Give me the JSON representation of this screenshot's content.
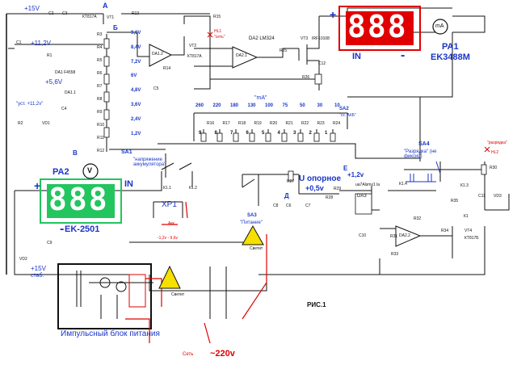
{
  "title": "РИС.1",
  "labels": {
    "v15_top": "+15V",
    "v11_2": "+11,2V",
    "v5_6": "+5,6V",
    "v15_stab": "+15V",
    "stab": "стаб.",
    "ust": "\"уст. +11,2v\"",
    "u_opornoe": "U опорное",
    "v0_5": "+0,5v",
    "v1_2": "+1,2v",
    "ma4": "\"mA\"",
    "sa1_desc": "\"напряжение аккумулятора\"",
    "sa2_desc": "\"сх. АКБ\"",
    "sa3_desc": "\"Питание\"",
    "sa4_title": "SA4",
    "sa4_desc": "\"Разрядка\" (не фиксир)",
    "razryadka": "\"разрядка\"",
    "set": "Сеть",
    "v220": "~220v",
    "ipb": "Импульсный блок питания",
    "svet": "Светит",
    "svet2": "Светит",
    "E": "E",
    "A": "A",
    "B": "Б",
    "V": "В",
    "D": "Д"
  },
  "components": {
    "pa1": "PA1",
    "pa1_model": "EK3488M",
    "pa2": "PA2",
    "pa2_model": "EK-2501",
    "sa1": "SA1",
    "sa2": "SA2",
    "sa3": "SA3",
    "xp1": "XP1",
    "da1": "DA1 F4558",
    "da1_1": "DA1.1",
    "da1_2": "DA1.2",
    "da2": "DA2 LM324",
    "da2_1": "DA2.1",
    "da2_2": "DA2.2",
    "da3": "DA3",
    "da3_type": "ua7Alsmx1 la",
    "vt1": "VT1",
    "vt1_type": "КТ817А",
    "vt2": "VT2",
    "vt2_type": "КТ817А",
    "vt3": "VT3",
    "vt3_type": "IRF10108",
    "vt4": "VT4",
    "vt4_type": "КТ817Б",
    "k1_1": "К1.1",
    "k1_2": "К1.2",
    "k1_3": "К1.3",
    "k1_4": "К1.4",
    "k1": "К1",
    "vd1": "VD1",
    "vd2": "VD2",
    "vd3": "VD3",
    "hl1": "HL1",
    "hl2": "HL2",
    "hl1_desc": "\"сеть\"",
    "hl2_desc": "\"разрядка\"",
    "bat_label": "-1,2v - 9,6v",
    "bat_name": "Акк"
  },
  "displays": {
    "pa1_digits": "888",
    "pa2_digits": "888",
    "in_a": "IN",
    "in_v": "IN",
    "plus": "+",
    "minus": "-",
    "ma": "mA",
    "v": "V"
  },
  "sa1_voltages": [
    "9,6V",
    "8,4V",
    "7,2V",
    "6V",
    "4,8V",
    "3,6V",
    "2,4V",
    "1,2V"
  ],
  "sa2_currents": [
    "260",
    "220",
    "180",
    "130",
    "100",
    "75",
    "50",
    "30",
    "10"
  ],
  "sa2_positions": [
    "9",
    "8",
    "7",
    "6",
    "5",
    "4",
    "3",
    "2",
    "1"
  ],
  "sa2_resistors": [
    "R16",
    "R17",
    "R18",
    "R19",
    "R20",
    "R21",
    "R22",
    "R23",
    "R24"
  ],
  "sa1_resistors": [
    "R3",
    "R4",
    "R5",
    "R6",
    "R7",
    "R8",
    "R9",
    "R10",
    "R11",
    "R12"
  ],
  "resistors": {
    "r1": "R1",
    "r2": "R2",
    "r13": "R13",
    "r14": "R14",
    "r15": "R15",
    "r25": "R25",
    "r26": "R26",
    "r27": "R27",
    "r28": "R28",
    "r29": "R29",
    "r30": "R30",
    "r31": "R31",
    "r32": "R32",
    "r33": "R33",
    "r34": "R34",
    "r35": "R35"
  },
  "capacitors": {
    "c1": "C1",
    "c2": "C2",
    "c3": "C3",
    "c4": "C4",
    "c5": "C5",
    "c6": "C6",
    "c7": "C7",
    "c8": "C8",
    "c9": "C9",
    "c10": "C10",
    "c11": "C11",
    "c12": "C12"
  },
  "colors": {
    "wire": "#111111",
    "blue": "#1a35c8",
    "red": "#e00000",
    "green_display": "#22c55e",
    "red_display": "#e00000",
    "warning": "#f5e000"
  }
}
